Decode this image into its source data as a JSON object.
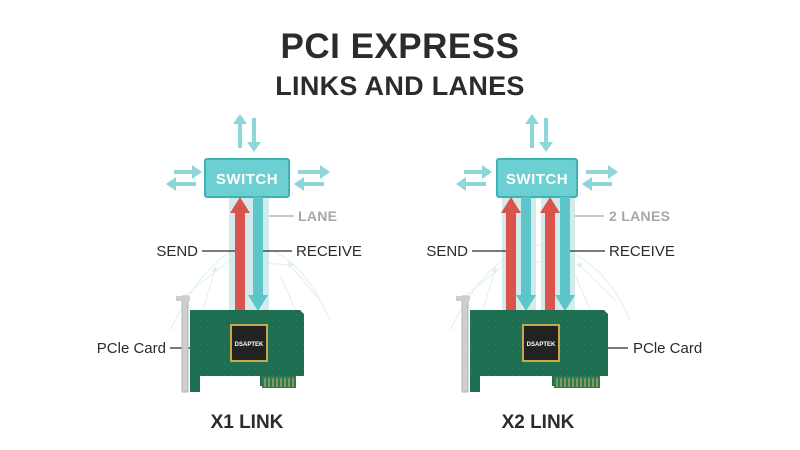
{
  "title": "PCI EXPRESS",
  "subtitle": "LINKS AND LANES",
  "colors": {
    "teal": "#6ccfd2",
    "teal_dark": "#3fb2b6",
    "red": "#d9544d",
    "pcb": "#1e6e52",
    "lane_bg": "#d4ebec",
    "lane_label": "#a7a7a7"
  },
  "left": {
    "switch_label": "SWITCH",
    "lane_label": "LANE",
    "send_label": "SEND",
    "receive_label": "RECEIVE",
    "card_label": "PCle Card",
    "chip_label": "DSAPTEK",
    "caption": "X1 LINK"
  },
  "right": {
    "switch_label": "SWITCH",
    "lane_label": "2 LANES",
    "send_label": "SEND",
    "receive_label": "RECEIVE",
    "card_label": "PCle Card",
    "chip_label": "DSAPTEK",
    "caption": "X2 LINK"
  }
}
